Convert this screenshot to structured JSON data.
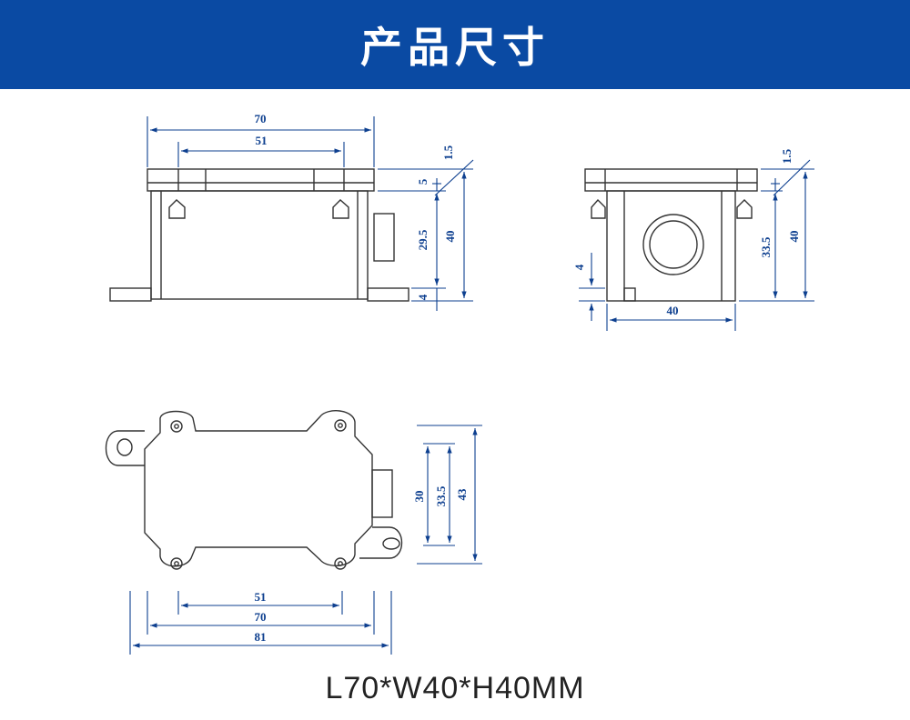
{
  "header": {
    "title": "产品尺寸"
  },
  "colors": {
    "header_bg": "#0a4aa3",
    "dimension_lines": "#0d3f8f",
    "outline": "#333333"
  },
  "front_view": {
    "top_width": "70",
    "inner_width": "51",
    "lid_thickness": "1.5",
    "lid_height": "5",
    "body_height": "29.5",
    "total_height": "40",
    "flange_height": "4"
  },
  "side_view": {
    "lid_thickness": "1.5",
    "body_height": "33.5",
    "total_height": "40",
    "flange_height": "4",
    "width": "40"
  },
  "top_view": {
    "inner_width": "30",
    "mid_width": "33.5",
    "outer_width": "43",
    "hole_spacing": "51",
    "body_length": "70",
    "total_length": "81"
  },
  "caption": "L70*W40*H40MM"
}
